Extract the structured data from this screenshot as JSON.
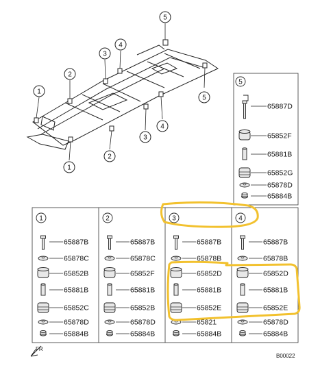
{
  "frame_callouts": [
    "5",
    "3",
    "4",
    "2",
    "1",
    "5",
    "4",
    "3",
    "2",
    "1"
  ],
  "panels": [
    {
      "id": "1",
      "parts": [
        "65887B",
        "65878C",
        "65852B",
        "65881B",
        "65852C",
        "65878D",
        "65884B"
      ]
    },
    {
      "id": "2",
      "parts": [
        "65887B",
        "65878C",
        "65852F",
        "65881B",
        "65852B",
        "65878D",
        "65884B"
      ]
    },
    {
      "id": "3",
      "parts": [
        "65887B",
        "65878B",
        "65852D",
        "65881B",
        "65852E",
        "65821",
        "65884B"
      ]
    },
    {
      "id": "4",
      "parts": [
        "65887B",
        "65878B",
        "65852D",
        "65881B",
        "65852E",
        "65878D",
        "65884B"
      ]
    },
    {
      "id": "5",
      "parts": [
        "65887D",
        "65852F",
        "65881B",
        "65852G",
        "65878D",
        "65884B"
      ]
    }
  ],
  "front_label": "FR",
  "diagram_code": "B00022",
  "colors": {
    "highlight": "#f2c12e",
    "line": "#222222",
    "part_fill": "#e8e8e8"
  }
}
